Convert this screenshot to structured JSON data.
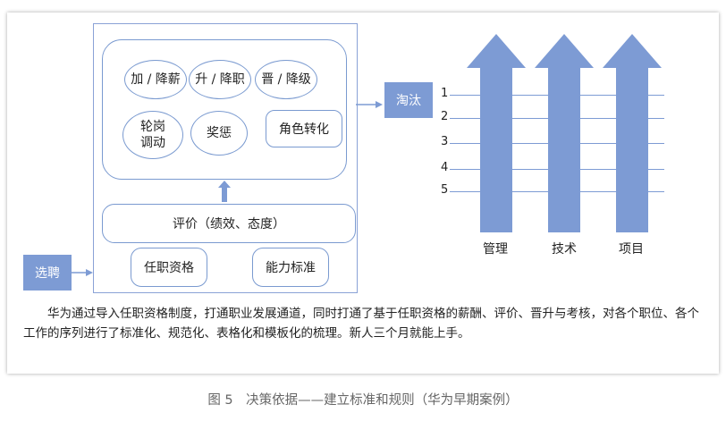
{
  "left_diagram": {
    "ovals": [
      "加 / 降薪",
      "升 / 降职",
      "晋 / 降级",
      "轮岗\n调动",
      "奖惩"
    ],
    "role_change": "角色转化",
    "evaluation": "评价（绩效、态度）",
    "qualification": "任职资格",
    "ability": "能力标准",
    "recruit": "选聘",
    "eliminate": "淘汰"
  },
  "right_diagram": {
    "levels": [
      "1",
      "2",
      "3",
      "4",
      "5"
    ],
    "channels": [
      "管理",
      "技术",
      "项目"
    ]
  },
  "paragraph": "华为通过导入任职资格制度，打通职业发展通道，同时打通了基于任职资格的薪酬、评价、晋升与考核，对各个职位、各个工作的序列进行了标准化、规范化、表格化和模板化的梳理。新人三个月就能上手。",
  "caption": "图 5　决策依据——建立标准和规则（华为早期案例）",
  "colors": {
    "accent": "#7d9bd4",
    "border": "#7a9ad0"
  }
}
